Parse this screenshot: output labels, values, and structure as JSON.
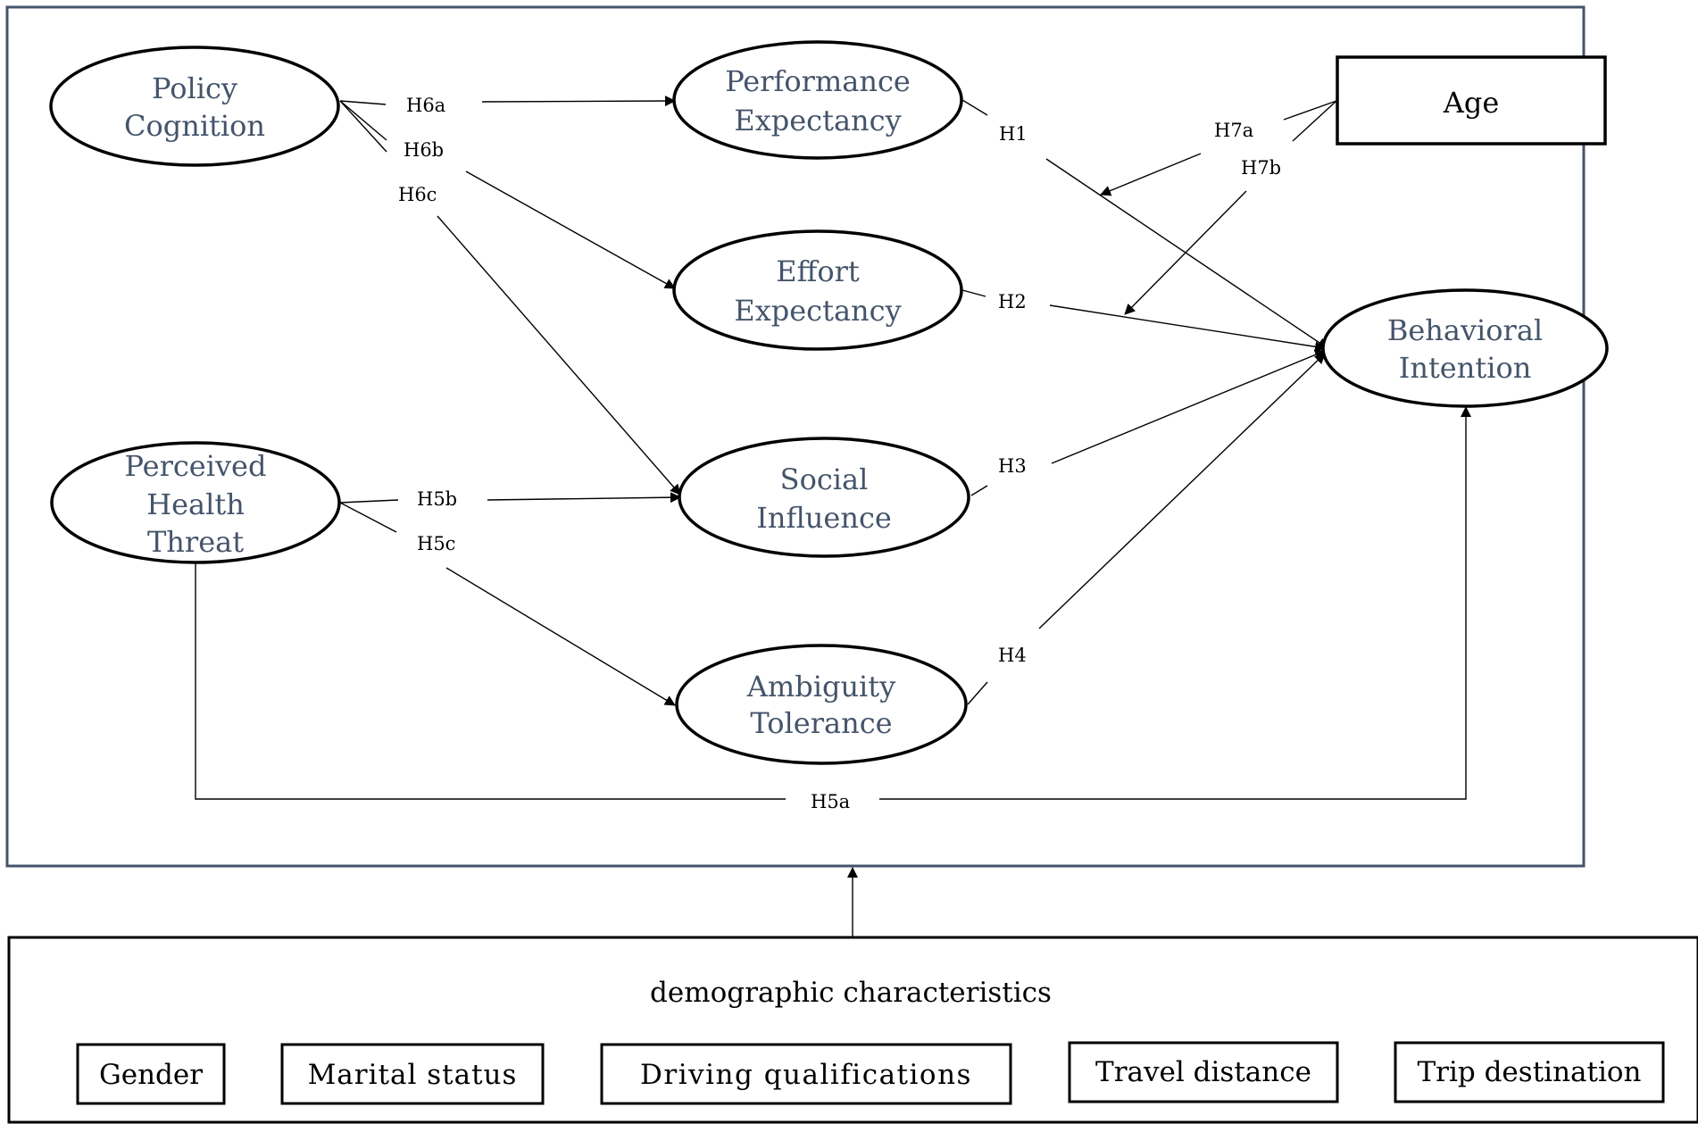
{
  "model": {
    "constructs": {
      "policy_cognition": [
        "Policy",
        "Cognition"
      ],
      "performance_expectancy": [
        "Performance",
        "Expectancy"
      ],
      "effort_expectancy": [
        "Effort",
        "Expectancy"
      ],
      "social_influence": [
        "Social",
        "Influence"
      ],
      "ambiguity_tolerance": [
        "Ambiguity",
        "Tolerance"
      ],
      "perceived_health_threat": [
        "Perceived",
        "Health",
        "Threat"
      ],
      "behavioral_intention": [
        "Behavioral",
        "Intention"
      ]
    },
    "moderator": "Age",
    "hypotheses": {
      "h1": "H1",
      "h2": "H2",
      "h3": "H3",
      "h4": "H4",
      "h5a": "H5a",
      "h5b": "H5b",
      "h5c": "H5c",
      "h6a": "H6a",
      "h6b": "H6b",
      "h6c": "H6c",
      "h7a": "H7a",
      "h7b": "H7b"
    }
  },
  "demographics": {
    "title": "demographic characteristics",
    "items": [
      "Gender",
      "Marital status",
      "Driving qualifications",
      "Travel distance",
      "Trip destination"
    ]
  }
}
